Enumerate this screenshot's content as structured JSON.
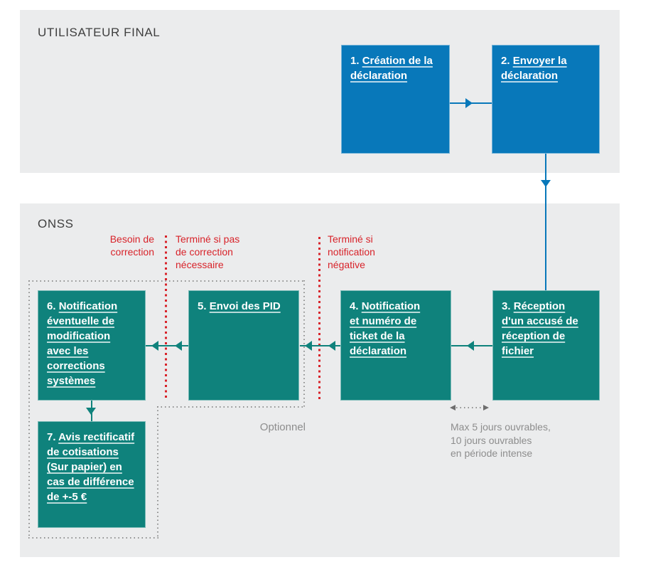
{
  "sections": {
    "user": "UTILISATEUR FINAL",
    "onss": "ONSS"
  },
  "steps": [
    {
      "number": "1.",
      "title": "Création de la\ndéclaration"
    },
    {
      "number": "2.",
      "title": "Envoyer la\ndéclaration"
    },
    {
      "number": "3.",
      "title": "Réception\nd'un accusé de\nréception de\nfichier"
    },
    {
      "number": "4.",
      "title": "Notification\net numéro de\nticket de la\ndéclaration"
    },
    {
      "number": "5.",
      "title": "Envoi des PID"
    },
    {
      "number": "6.",
      "title": "Notification\néventuelle de\nmodification\navec les\ncorrections\nsystèmes"
    },
    {
      "number": "7.",
      "title": "Avis rectificatif\nde cotisations\n(Sur papier) en\ncas de différence\nde +-5 €"
    }
  ],
  "annotations": {
    "besoin_correction": "Besoin de\ncorrection",
    "termine_si_pas": "Terminé si pas\nde correction\nnécessaire",
    "termine_si_negative": "Terminé si\nnotification\nnégative",
    "optionnel": "Optionnel",
    "delai": "Max 5 jours ouvrables,\n10 jours ouvrables\nen période intense"
  },
  "colors": {
    "user-box": "#0878ba",
    "onss-box": "#0f827c",
    "alert": "#d8232a",
    "panel": "#ebeced",
    "muted-text": "#8d8d8d",
    "heading-text": "#3f3f3f"
  }
}
